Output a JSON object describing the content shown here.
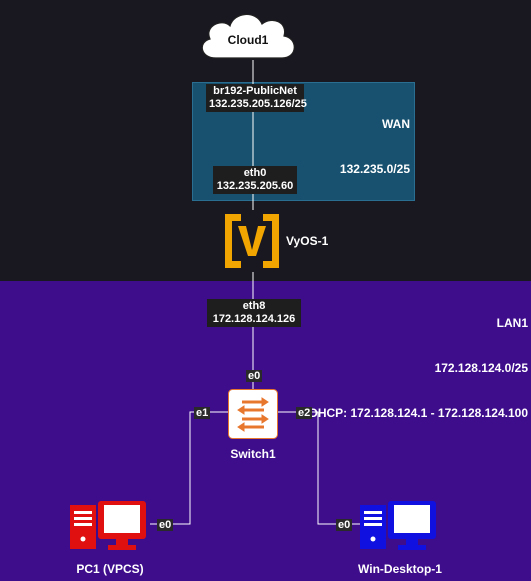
{
  "cloud": {
    "label": "Cloud1"
  },
  "wan": {
    "title": "WAN",
    "subnet": "132.235.0/25",
    "bridge_label": "br192-PublicNet",
    "bridge_ip": "132.235.205.126/25",
    "iface_label": "eth0",
    "iface_ip": "132.235.205.60"
  },
  "router": {
    "label": "VyOS-1",
    "icon": "vyos-logo-icon",
    "accent": "#f0a500"
  },
  "lan": {
    "title": "LAN1",
    "subnet": "172.128.124.0/25",
    "dhcp": "DHCP: 172.128.124.1 - 172.128.124.100",
    "iface_label": "eth8",
    "iface_ip": "172.128.124.126"
  },
  "switch": {
    "label": "Switch1",
    "port_top": "e0",
    "port_left": "e1",
    "port_right": "e2",
    "icon": "switch-icon",
    "accent": "#e8772e"
  },
  "pc1": {
    "label": "PC1 (VPCS)",
    "port": "e0",
    "icon": "pc-icon",
    "color": "#e01010"
  },
  "desktop": {
    "label": "Win-Desktop-1",
    "port": "e0",
    "icon": "desktop-icon",
    "color": "#1010e0"
  },
  "colors": {
    "top_bg": "#19171f",
    "lan_bg": "#3e0d8c",
    "wan_bg": "#17516f"
  }
}
